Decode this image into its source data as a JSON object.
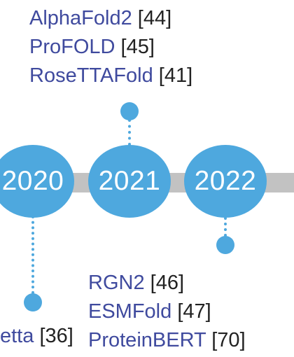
{
  "timeline": {
    "years": [
      "2020",
      "2021",
      "2022"
    ]
  },
  "labels_2021": [
    {
      "name": "AlphaFold2",
      "ref": "[44]"
    },
    {
      "name": "ProFOLD",
      "ref": "[45]"
    },
    {
      "name": "RoseTTAFold",
      "ref": "[41]"
    }
  ],
  "labels_2020": [
    {
      "name": "etta",
      "ref": "[36]"
    }
  ],
  "labels_2022": [
    {
      "name": "RGN2",
      "ref": "[46]"
    },
    {
      "name": "ESMFold",
      "ref": "[47]"
    },
    {
      "name": "ProteinBERT",
      "ref": "[70]"
    }
  ],
  "colors": {
    "node": "#4ea8de",
    "bar": "#c2c2c2",
    "model_text": "#3f4a9e",
    "ref_text": "#222222"
  }
}
